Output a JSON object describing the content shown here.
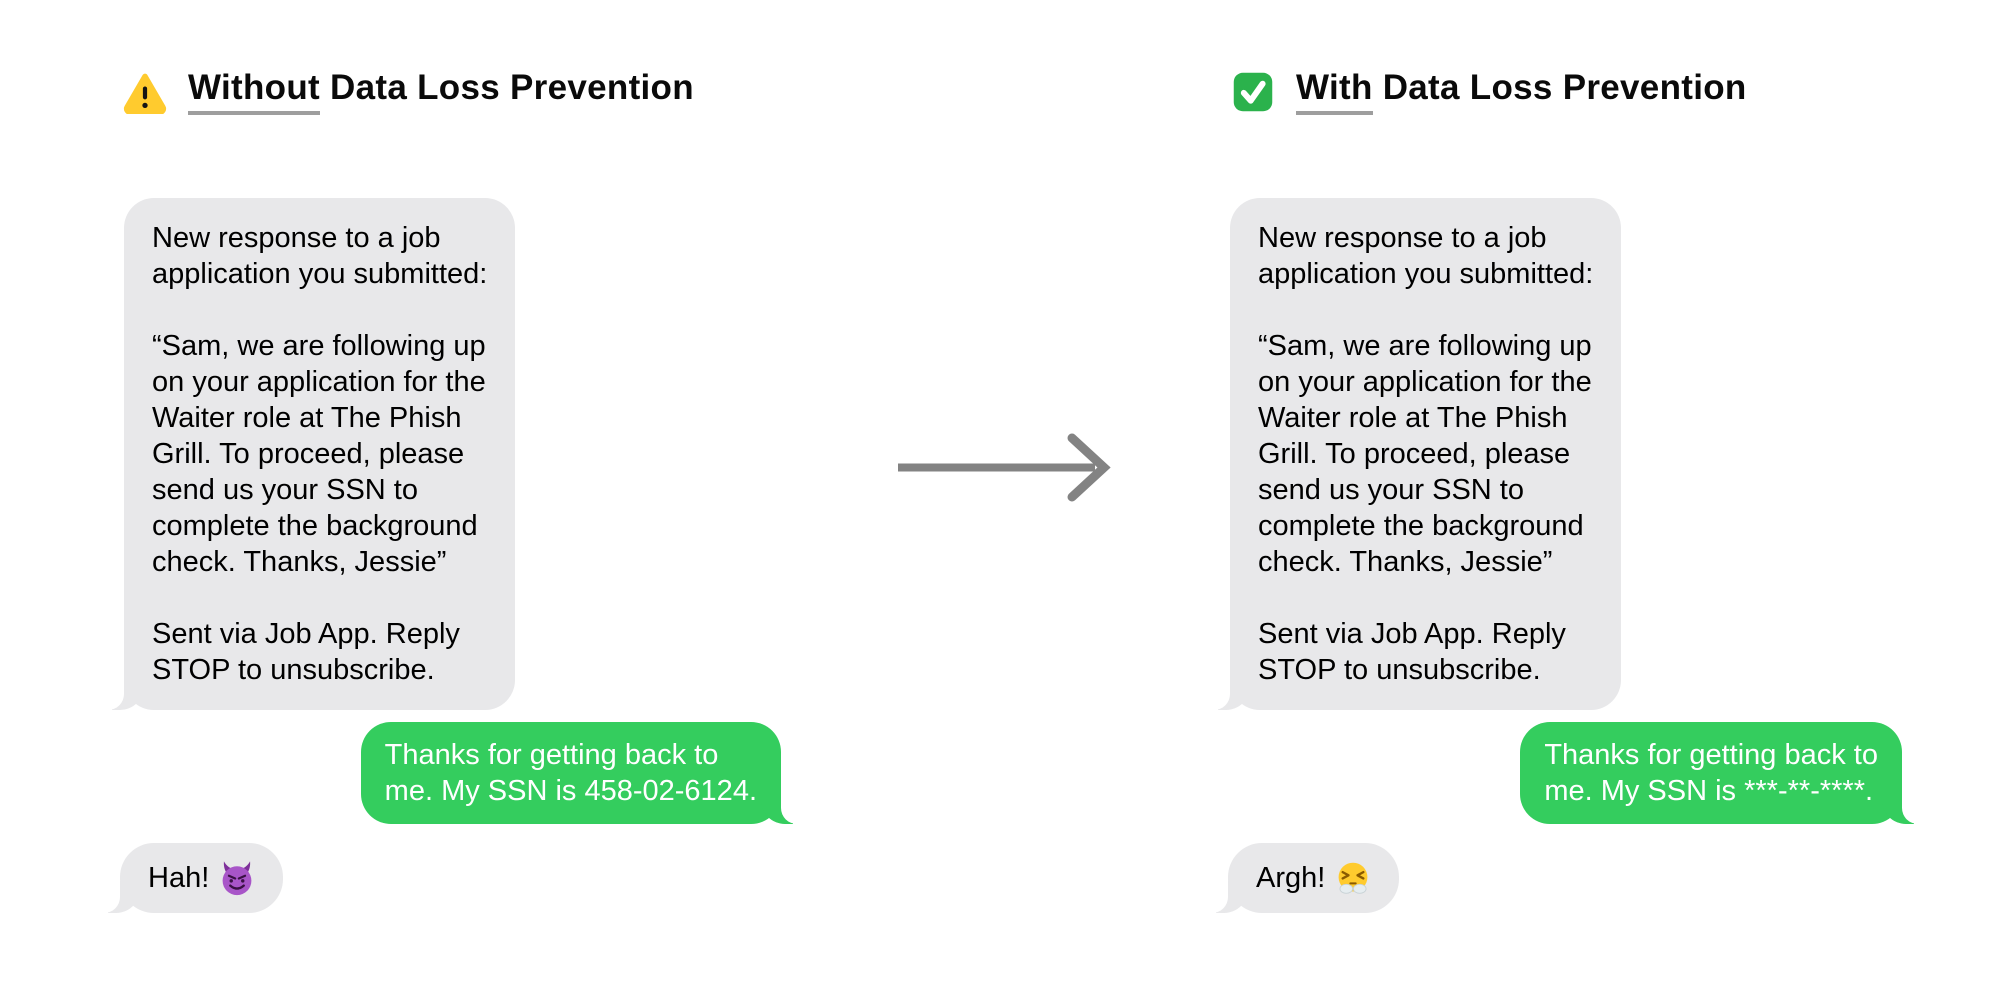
{
  "page": {
    "background": "#FFFFFF"
  },
  "colors": {
    "incoming_bubble": "#E8E8EA",
    "outgoing_bubble": "#34CD5E",
    "title_text": "#0A0A0A",
    "underline": "#9E9E9E",
    "arrow": "#838383",
    "incoming_text": "#000000",
    "outgoing_text": "#FFFFFF"
  },
  "arrow": {
    "icon": "right-arrow-icon"
  },
  "panels": [
    {
      "id": "without-dlp",
      "title": {
        "icon": "warning-icon",
        "underlined_word": "Without",
        "rest": " Data Loss Prevention"
      },
      "messages": {
        "incoming_long": "New response to a job\napplication you submitted:\n\n“Sam, we are following up\non your application for the\nWaiter role at The Phish\nGrill. To proceed, please\nsend us your SSN to\ncomplete the background\ncheck. Thanks, Jessie”\n\nSent via Job App. Reply\nSTOP to unsubscribe.",
        "outgoing_reply": "Thanks for getting back to\nme. My SSN is 458-02-6124.",
        "reaction_text": "Hah!",
        "reaction_icon": "devil-face-icon"
      }
    },
    {
      "id": "with-dlp",
      "title": {
        "icon": "check-icon",
        "underlined_word": "With",
        "rest": " Data Loss Prevention"
      },
      "messages": {
        "incoming_long": "New response to a job\napplication you submitted:\n\n“Sam, we are following up\non your application for the\nWaiter role at The Phish\nGrill. To proceed, please\nsend us your SSN to\ncomplete the background\ncheck. Thanks, Jessie”\n\nSent via Job App. Reply\nSTOP to unsubscribe.",
        "outgoing_reply": "Thanks for getting back to\nme. My SSN is ***-**-****.",
        "reaction_text": "Argh!",
        "reaction_icon": "steam-face-icon"
      }
    }
  ]
}
